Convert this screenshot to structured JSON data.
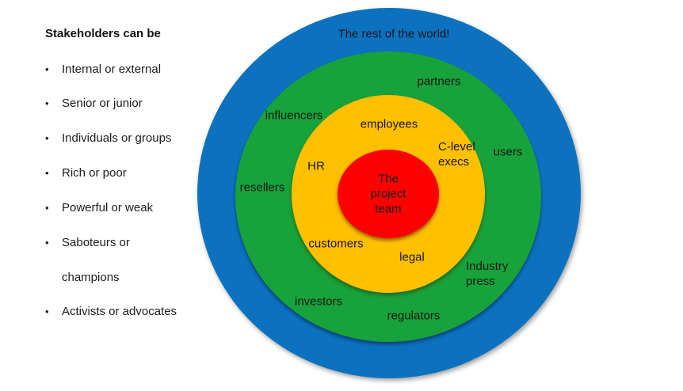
{
  "left_panel": {
    "heading": "Stakeholders can be",
    "bullet_char": "•",
    "bullets": [
      {
        "text": "Internal or external"
      },
      {
        "text": "Senior or junior"
      },
      {
        "text": "Individuals or groups"
      },
      {
        "text": "Rich or poor"
      },
      {
        "text": "Powerful or weak"
      },
      {
        "text": "Saboteurs or",
        "text2": "champions"
      },
      {
        "text": "Activists or advocates"
      }
    ]
  },
  "diagram": {
    "ring_colors": {
      "world": "#0c72c0",
      "outer": "#18a23b",
      "inner": "#ffc000",
      "core": "#fe0000"
    },
    "world_label": "The rest of the world!",
    "outer_ring_labels": {
      "partners": "partners",
      "influencers": "influencers",
      "users": "users",
      "resellers": "resellers",
      "industry_press_line1": "Industry",
      "industry_press_line2": "press",
      "investors": "investors",
      "regulators": "regulators"
    },
    "inner_ring_labels": {
      "employees": "employees",
      "c_level_line1": "C-level",
      "c_level_line2": "execs",
      "hr": "HR",
      "customers": "customers",
      "legal": "legal"
    },
    "core_label": {
      "line1": "The",
      "line2": "project",
      "line3": "team"
    }
  }
}
